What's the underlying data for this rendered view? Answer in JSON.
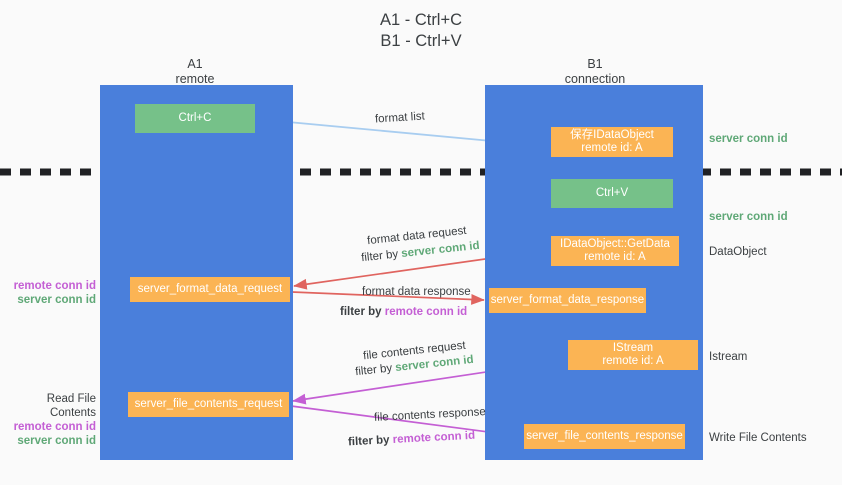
{
  "title": "A1 - Ctrl+C\nB1 - Ctrl+V",
  "columns": {
    "a1": {
      "header": "A1\nremote"
    },
    "b1": {
      "header": "B1\nconnection"
    }
  },
  "nodes": {
    "ctrl_c": "Ctrl+C",
    "save_idataobject": "保存IDataObject\nremote id: A",
    "ctrl_v": "Ctrl+V",
    "getdata": "IDataObject::GetData\nremote id: A",
    "format_data_response": "server_format_data_response",
    "istream": "IStream\nremote id: A",
    "format_data_request": "server_format_data_request",
    "file_contents_request": "server_file_contents_request",
    "file_contents_response": "server_file_contents_response"
  },
  "side_labels": {
    "server_conn_id_1": "server conn id",
    "server_conn_id_2": "server conn id",
    "dataobject": "DataObject",
    "istream": "Istream",
    "write_file_contents": "Write File Contents",
    "read_file_contents": "Read File Contents",
    "remote_conn_id": "remote conn id",
    "server_conn_id": "server conn id"
  },
  "captions": {
    "format_list": "format list",
    "format_data_request": "format data request",
    "filter_by": "filter by ",
    "filter_server": "server conn id",
    "filter_remote": "remote conn id",
    "format_data_response": "format data response",
    "file_contents_request": "file contents request",
    "file_contents_response": "file contents response"
  },
  "colors": {
    "lane": "#4a7fdb",
    "green_node": "#76c189",
    "orange_node": "#fbb454",
    "server_conn": "#5fa877",
    "remote_conn": "#c45fd4",
    "arrow_light_blue": "#a8cdf0",
    "arrow_red": "#e0645f",
    "arrow_magenta": "#c45fd4",
    "arrow_black": "#202124",
    "background": "#fafafa"
  }
}
